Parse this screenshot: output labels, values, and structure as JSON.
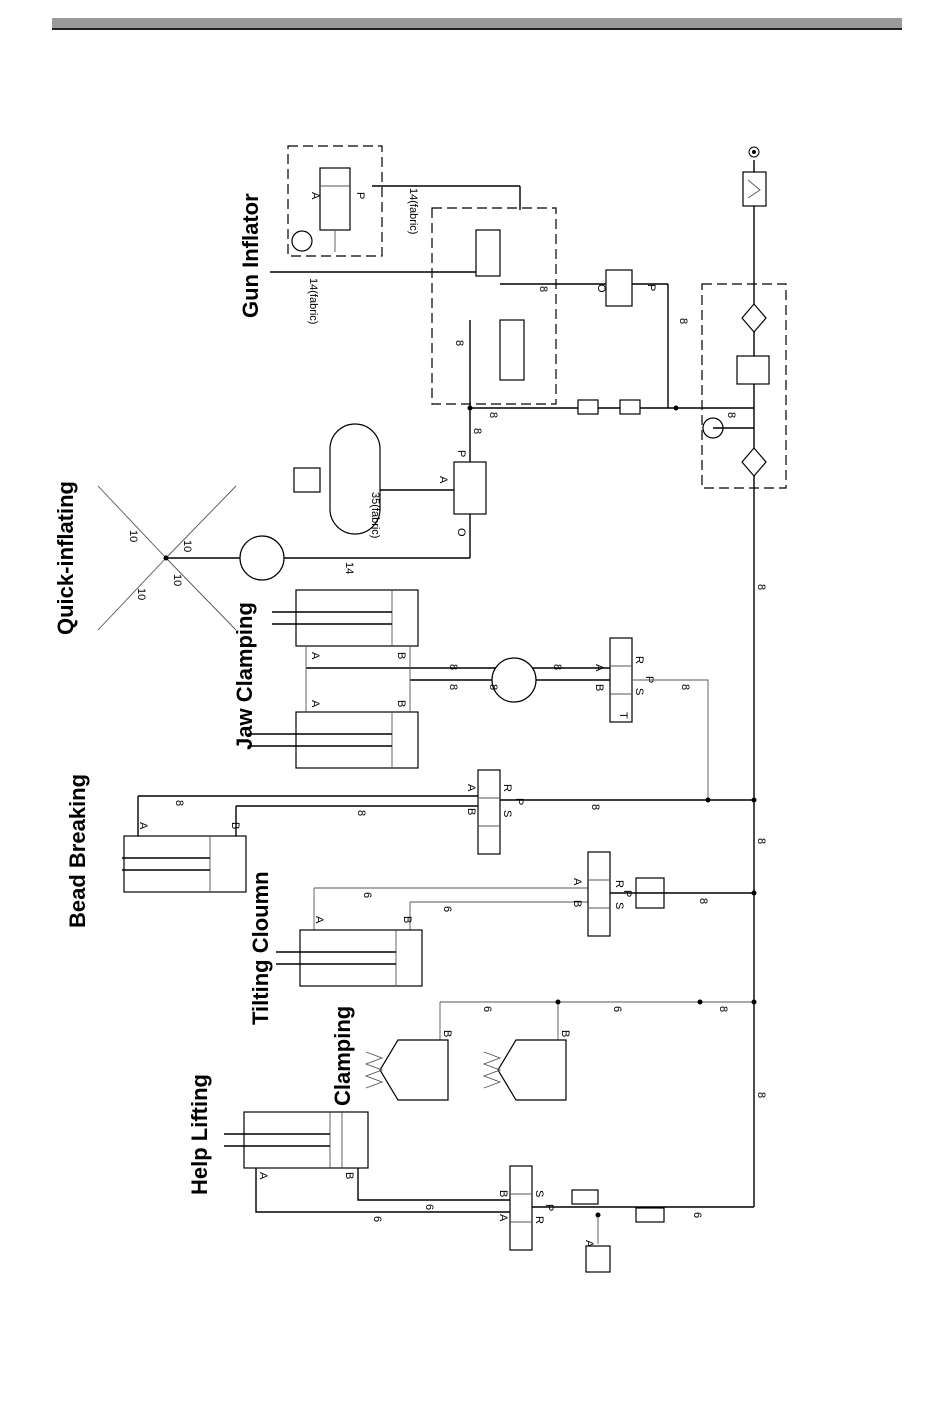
{
  "titles": {
    "gun_inflator": "Gun Inflator",
    "quick_inflating": "Quick-inflating",
    "jaw_clamping": "Jaw Clamping",
    "bead_breaking": "Bead Breaking",
    "tilting_column": "Tilting Cloumn",
    "clamping": "Clamping",
    "help_lifting": "Help Lifting"
  },
  "line_labels": {
    "fabric14": "14(fabric)",
    "fabric35": "35(fabric)",
    "n14": "14",
    "n10": "10",
    "n8": "8",
    "n6": "6"
  },
  "port_labels": {
    "A": "A",
    "B": "B",
    "P": "P",
    "R": "R",
    "S": "S",
    "O": "O",
    "T": "T"
  },
  "colors": {
    "line": "#000000",
    "header_band": "#9a9a9a"
  }
}
